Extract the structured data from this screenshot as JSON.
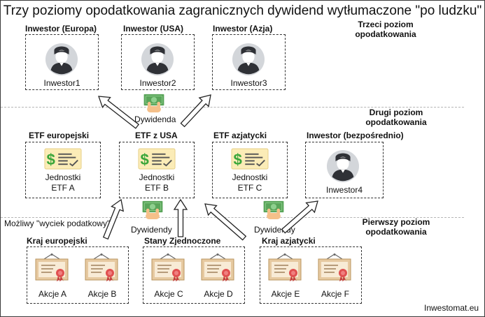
{
  "title": "Trzy poziomy opodatkowania zagranicznych dywidend wytłumaczone \"po ludzku\"",
  "levels": {
    "third": [
      "Trzeci poziom",
      "opodatkowania"
    ],
    "second": [
      "Drugi poziom",
      "opodatkowania"
    ],
    "first": [
      "Pierwszy poziom",
      "opodatkowania"
    ]
  },
  "investors": {
    "europe": {
      "header": "Inwestor (Europa)",
      "name": "Inwestor1"
    },
    "usa": {
      "header": "Inwestor (USA)",
      "name": "Inwestor2"
    },
    "asia": {
      "header": "Inwestor (Azja)",
      "name": "Inwestor3"
    },
    "direct": {
      "header": "Inwestor (bezpośrednio)",
      "name": "Inwestor4"
    }
  },
  "etfs": {
    "europe": {
      "header": "ETF europejski",
      "line1": "Jednostki",
      "line2": "ETF A"
    },
    "usa": {
      "header": "ETF z USA",
      "line1": "Jednostki",
      "line2": "ETF B"
    },
    "asia": {
      "header": "ETF azjatycki",
      "line1": "Jednostki",
      "line2": "ETF C"
    }
  },
  "countries": {
    "europe": {
      "header": "Kraj europejski",
      "stocks": [
        "Akcje A",
        "Akcje B"
      ]
    },
    "usa": {
      "header": "Stany Zjednoczone",
      "stocks": [
        "Akcje C",
        "Akcje D"
      ]
    },
    "asia": {
      "header": "Kraj azjatycki",
      "stocks": [
        "Akcje E",
        "Akcje F"
      ]
    }
  },
  "flow_labels": {
    "dywidenda": "Dywidenda",
    "dywidendy_left": "Dywidendy",
    "dywidendy_right": "Dywidendy",
    "leak": "Możliwy \"wyciek podatkowy\""
  },
  "footer": "Inwestomat.eu",
  "colors": {
    "avatar_bg": "#d3d6da",
    "avatar_dark": "#2f3136",
    "cash_green": "#5aa55a",
    "hand": "#f5c08a",
    "certificate_bg": "#fbecb7",
    "certificate_green": "#3aa63a",
    "frame": "#e6c9a0",
    "seal": "#e05050"
  },
  "icons": [
    "person-avatar-icon",
    "money-hand-icon",
    "etf-certificate-icon",
    "stock-frame-icon",
    "arrow-icon"
  ]
}
